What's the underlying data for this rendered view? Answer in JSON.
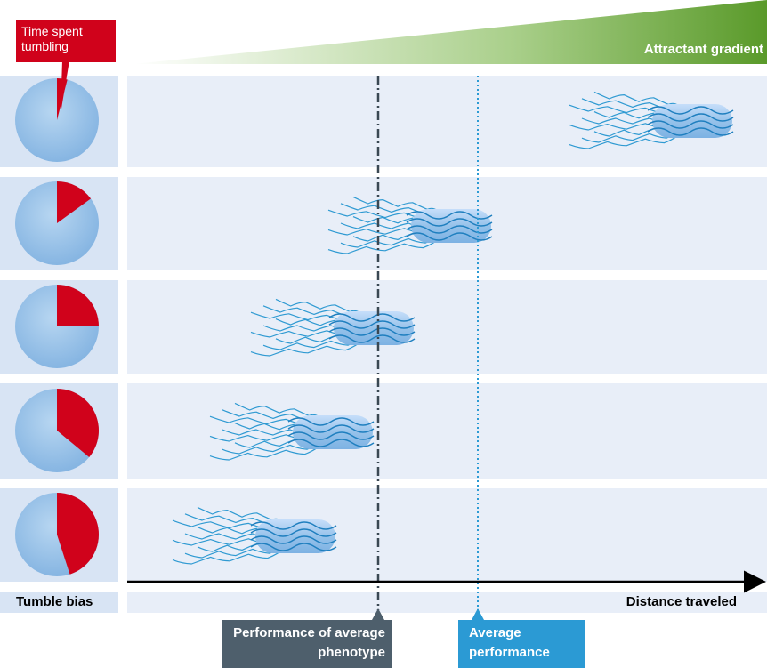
{
  "title_label": "Time spent tumbling",
  "gradient_label": "Attractant gradient",
  "x_axis_label": "Distance traveled",
  "y_axis_label": "Tumble bias",
  "callouts": {
    "average_phenotype": "Performance of average phenotype",
    "average_performance": "Average performance"
  },
  "colors": {
    "pie_base": "#8fbde6",
    "pie_tumble": "#d0021b",
    "gradient_start": "#ffffff",
    "gradient_end": "#5a9a2a",
    "dark_line": "#3a4853",
    "blue_line": "#2b9ad4"
  },
  "rows": [
    {
      "tumble_fraction": 0.04
    },
    {
      "tumble_fraction": 0.15
    },
    {
      "tumble_fraction": 0.25
    },
    {
      "tumble_fraction": 0.36
    },
    {
      "tumble_fraction": 0.45
    }
  ]
}
